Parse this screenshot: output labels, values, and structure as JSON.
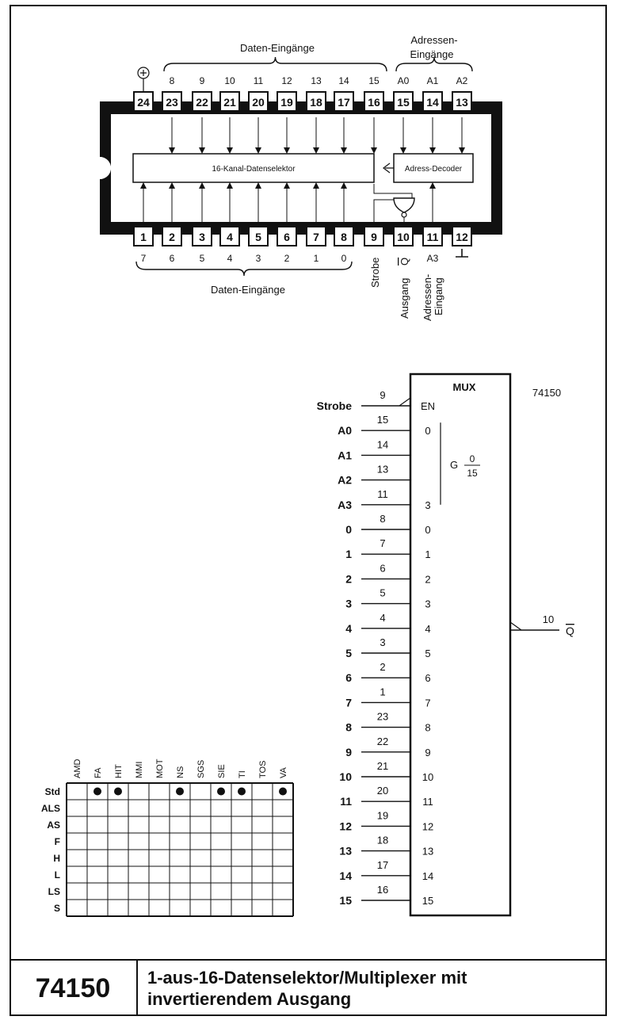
{
  "package": {
    "top_pins": [
      "24",
      "23",
      "22",
      "21",
      "20",
      "19",
      "18",
      "17",
      "16",
      "15",
      "14",
      "13"
    ],
    "top_labels": [
      "⊕",
      "8",
      "9",
      "10",
      "11",
      "12",
      "13",
      "14",
      "15",
      "A0",
      "A1",
      "A2"
    ],
    "bottom_pins": [
      "1",
      "2",
      "3",
      "4",
      "5",
      "6",
      "7",
      "8",
      "9",
      "10",
      "11",
      "12"
    ],
    "bottom_labels": [
      "7",
      "6",
      "5",
      "4",
      "3",
      "2",
      "1",
      "0",
      "",
      "",
      "A3",
      "⊥"
    ],
    "group_top_data": "Daten-Eingänge",
    "group_top_addr_line1": "Adressen-",
    "group_top_addr_line2": "Eingänge",
    "group_bottom_data": "Daten-Eingänge",
    "strobe": "Strobe",
    "ausgang": "Ausgang",
    "q_bar": "Q",
    "adressen_line1": "Adressen-",
    "adressen_line2": "Eingang",
    "selector_label": "16-Kanal-Datenselektor",
    "decoder_label": "Adress-Decoder",
    "side_code": "74150"
  },
  "symbol": {
    "title": "MUX",
    "part": "74150",
    "en_label": "EN",
    "g_label": "G",
    "g_num": "0",
    "g_den": "15",
    "inputs": [
      {
        "name": "Strobe",
        "pin": "9",
        "inner": "EN"
      },
      {
        "name": "A0",
        "pin": "15",
        "inner": "0"
      },
      {
        "name": "A1",
        "pin": "14",
        "inner": ""
      },
      {
        "name": "A2",
        "pin": "13",
        "inner": ""
      },
      {
        "name": "A3",
        "pin": "11",
        "inner": "3"
      },
      {
        "name": "0",
        "pin": "8",
        "inner": "0"
      },
      {
        "name": "1",
        "pin": "7",
        "inner": "1"
      },
      {
        "name": "2",
        "pin": "6",
        "inner": "2"
      },
      {
        "name": "3",
        "pin": "5",
        "inner": "3"
      },
      {
        "name": "4",
        "pin": "4",
        "inner": "4"
      },
      {
        "name": "5",
        "pin": "3",
        "inner": "5"
      },
      {
        "name": "6",
        "pin": "2",
        "inner": "6"
      },
      {
        "name": "7",
        "pin": "1",
        "inner": "7"
      },
      {
        "name": "8",
        "pin": "23",
        "inner": "8"
      },
      {
        "name": "9",
        "pin": "22",
        "inner": "9"
      },
      {
        "name": "10",
        "pin": "21",
        "inner": "10"
      },
      {
        "name": "11",
        "pin": "20",
        "inner": "11"
      },
      {
        "name": "12",
        "pin": "19",
        "inner": "12"
      },
      {
        "name": "13",
        "pin": "18",
        "inner": "13"
      },
      {
        "name": "14",
        "pin": "17",
        "inner": "14"
      },
      {
        "name": "15",
        "pin": "16",
        "inner": "15"
      }
    ],
    "output_pin": "10",
    "output_label": "Q"
  },
  "availability": {
    "manufacturers": [
      "AMD",
      "FA",
      "HIT",
      "MMI",
      "MOT",
      "NS",
      "SGS",
      "SIE",
      "TI",
      "TOS",
      "VA"
    ],
    "families": [
      "Std",
      "ALS",
      "AS",
      "F",
      "H",
      "L",
      "LS",
      "S"
    ],
    "marks": [
      [
        false,
        true,
        true,
        false,
        false,
        true,
        false,
        true,
        true,
        false,
        true
      ],
      [
        false,
        false,
        false,
        false,
        false,
        false,
        false,
        false,
        false,
        false,
        false
      ],
      [
        false,
        false,
        false,
        false,
        false,
        false,
        false,
        false,
        false,
        false,
        false
      ],
      [
        false,
        false,
        false,
        false,
        false,
        false,
        false,
        false,
        false,
        false,
        false
      ],
      [
        false,
        false,
        false,
        false,
        false,
        false,
        false,
        false,
        false,
        false,
        false
      ],
      [
        false,
        false,
        false,
        false,
        false,
        false,
        false,
        false,
        false,
        false,
        false
      ],
      [
        false,
        false,
        false,
        false,
        false,
        false,
        false,
        false,
        false,
        false,
        false
      ],
      [
        false,
        false,
        false,
        false,
        false,
        false,
        false,
        false,
        false,
        false,
        false
      ]
    ]
  },
  "footer": {
    "part_number": "74150",
    "title_line1": "1-aus-16-Datenselektor/Multiplexer mit",
    "title_line2": "invertierendem Ausgang"
  }
}
